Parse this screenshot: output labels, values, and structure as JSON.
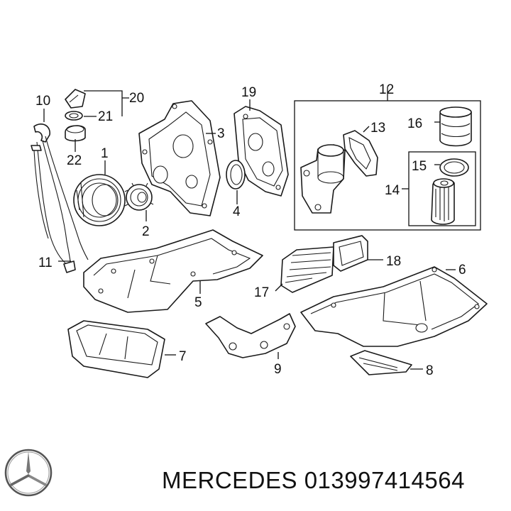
{
  "callouts": {
    "n1": "1",
    "n2": "2",
    "n3": "3",
    "n4": "4",
    "n5": "5",
    "n6": "6",
    "n7": "7",
    "n8": "8",
    "n9": "9",
    "n10": "10",
    "n11": "11",
    "n12": "12",
    "n13": "13",
    "n14": "14",
    "n15": "15",
    "n16": "16",
    "n17": "17",
    "n18": "18",
    "n19": "19",
    "n20": "20",
    "n21": "21",
    "n22": "22"
  },
  "brand": {
    "caption": "MERCEDES 013997414564",
    "logo_icon": "mercedes-star-icon"
  },
  "colors": {
    "ink": "#111111",
    "background": "#ffffff"
  }
}
